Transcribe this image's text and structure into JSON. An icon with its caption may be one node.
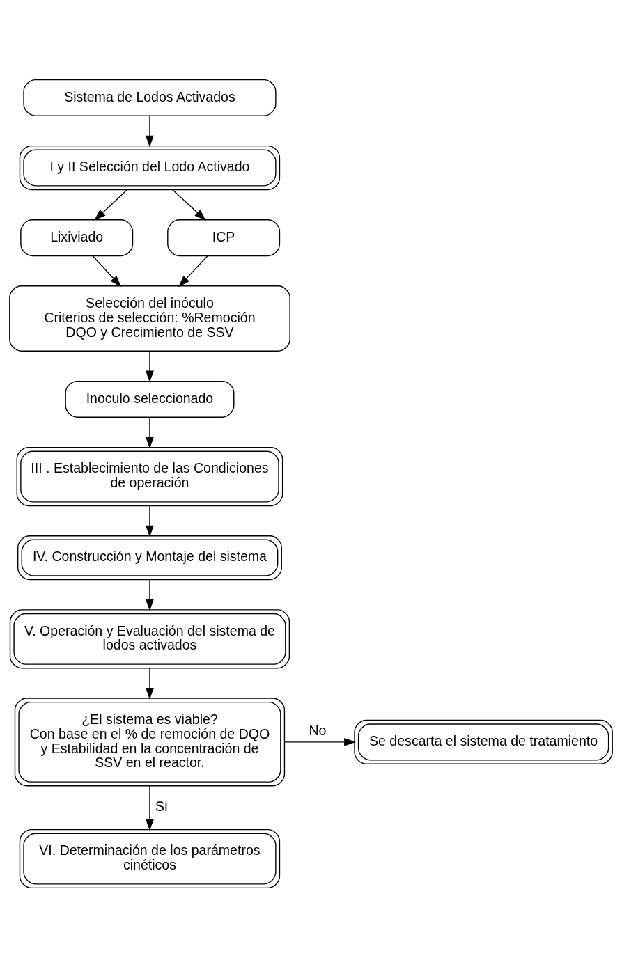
{
  "diagram": {
    "nodes": [
      {
        "text": [
          "Sistema de Lodos Activados"
        ]
      },
      {
        "text": [
          "I y II Selección del Lodo Activado"
        ]
      },
      {
        "text": [
          "Lixiviado"
        ]
      },
      {
        "text": [
          "ICP"
        ]
      },
      {
        "text": [
          "Selección del inóculo",
          "Criterios de selección: %Remoción DQO y Crecimiento de SSV"
        ]
      },
      {
        "text": [
          "Inoculo seleccionado"
        ]
      },
      {
        "text": [
          "III . Establecimiento de las Condiciones de operación"
        ]
      },
      {
        "text": [
          "IV. Construcción y Montaje del sistema"
        ]
      },
      {
        "text": [
          "V. Operación y Evaluación del sistema de lodos activados"
        ]
      },
      {
        "text": [
          "¿El sistema es viable?",
          "Con base en el % de remoción de DQO y Estabilidad en la concentración de SSV en el reactor."
        ]
      },
      {
        "text": [
          "Se descarta el sistema de tratamiento"
        ]
      },
      {
        "text": [
          "VI. Determinación de los parámetros cinéticos"
        ]
      }
    ],
    "edges": [
      {
        "from": 0,
        "to": 1,
        "arrow": "to"
      },
      {
        "from": 1,
        "to": 2,
        "arrow": "to"
      },
      {
        "from": 1,
        "to": 3,
        "arrow": "to"
      },
      {
        "from": 2,
        "to": 4,
        "arrow": "to"
      },
      {
        "from": 3,
        "to": 4,
        "arrow": "to"
      },
      {
        "from": 4,
        "to": 5,
        "arrow": "to"
      },
      {
        "from": 5,
        "to": 6,
        "arrow": "to"
      },
      {
        "from": 6,
        "to": 7,
        "arrow": "to"
      },
      {
        "from": 7,
        "to": 8,
        "arrow": "to"
      },
      {
        "from": 8,
        "to": 9,
        "arrow": "to"
      },
      {
        "from": 9,
        "to": 10,
        "label": "No",
        "arrow": "to"
      },
      {
        "from": 9,
        "to": 11,
        "label": "Si",
        "arrow": "to"
      }
    ]
  }
}
